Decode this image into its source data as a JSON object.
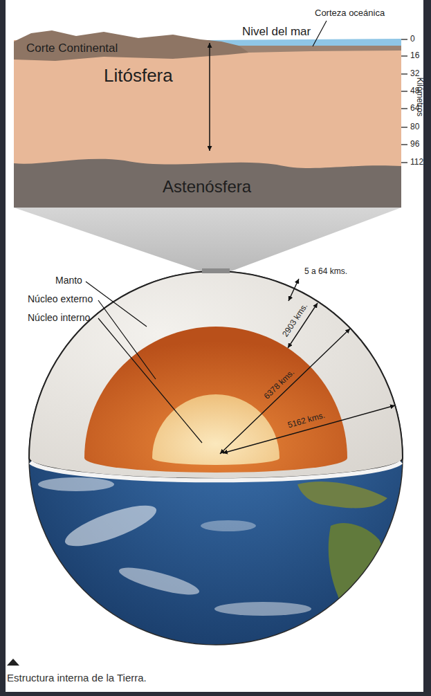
{
  "diagram": {
    "caption": "Estructura interna de la Tierra.",
    "labels": [
      "Corteza oceánica",
      "Nivel del mar",
      "Corte Continental",
      "0",
      "16",
      "32",
      "48",
      "64",
      "80",
      "96",
      "112",
      "Kilómetros",
      "Litósfera",
      "Astenósfera",
      "Manto",
      "5 a 64 kms.",
      "Núcleo externo",
      "2903 kms.",
      "Núcleo interno",
      "6378 kms.",
      "5162 kms."
    ]
  }
}
